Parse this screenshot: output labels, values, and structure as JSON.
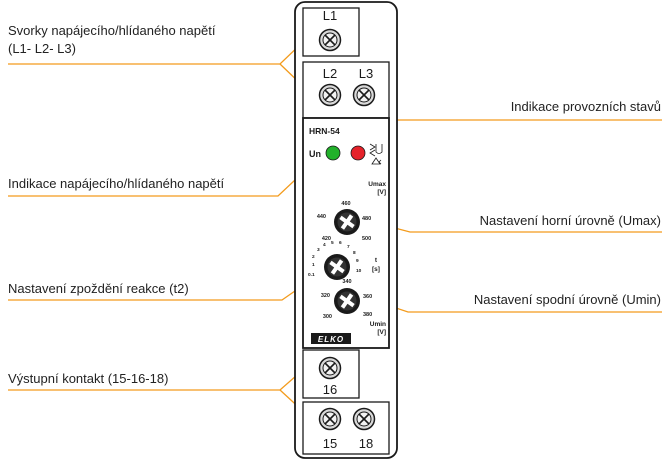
{
  "callouts": {
    "svorky": "Svorky napájecího/hlídaného napětí",
    "svorky_sub": "(L1- L2- L3)",
    "indikace_napajeciho": "Indikace napájecího/hlídaného napětí",
    "zpozdeni": "Nastavení zpoždění reakce (t2)",
    "vystupni": "Výstupní kontakt (15-16-18)",
    "indikace_stavu": "Indikace provozních stavů",
    "horni": "Nastavení horní úrovně (Umax)",
    "spodni": "Nastavení spodní úrovně (Umin)"
  },
  "device": {
    "terminal_l1": "L1",
    "terminal_l2": "L2",
    "terminal_l3": "L3",
    "terminal_16": "16",
    "terminal_15": "15",
    "terminal_18": "18",
    "model": "HRN-54",
    "un_label": "Un",
    "brand": "ELKO",
    "umax_title": "Umax",
    "umax_unit": "[V]",
    "umax_ticks": [
      "460",
      "440",
      "420",
      "480",
      "500"
    ],
    "t_title": "t",
    "t_unit": "[s]",
    "t_ticks": [
      "0.1",
      "1",
      "2",
      "3",
      "4",
      "5",
      "6",
      "7",
      "8",
      "9",
      "10"
    ],
    "umin_title": "Umin",
    "umin_unit": "[V]",
    "umin_ticks": [
      "320",
      "300",
      "360",
      "380",
      "340"
    ]
  },
  "colors": {
    "callout_line": "#f39b1c",
    "green_led": "#22b12b",
    "red_led": "#e5222a",
    "outline": "#1a1a1a"
  }
}
